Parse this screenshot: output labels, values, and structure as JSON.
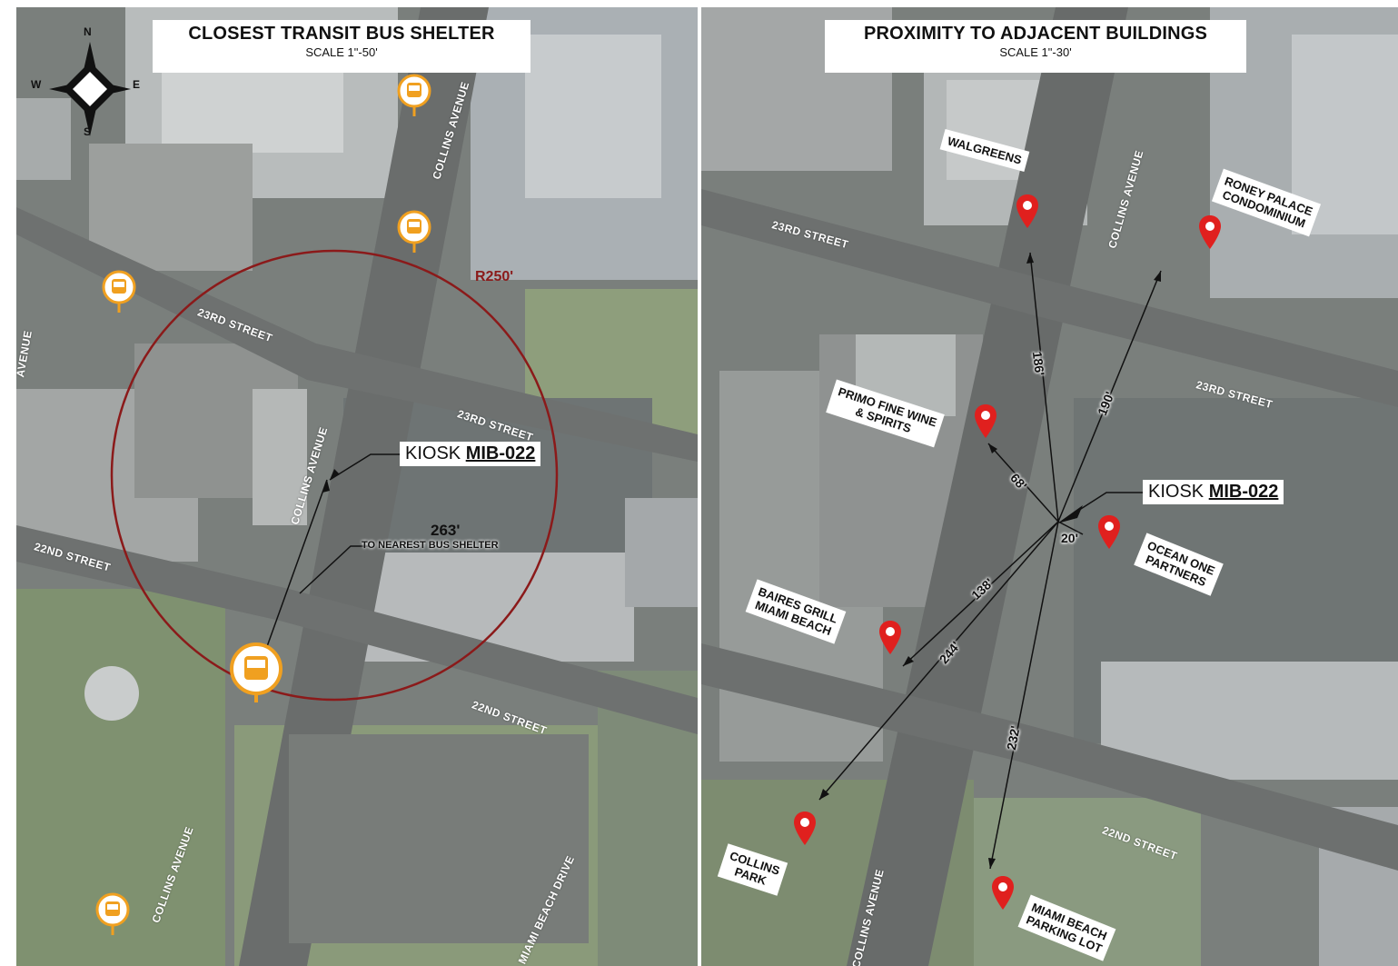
{
  "left_map": {
    "title": "CLOSEST TRANSIT BUS SHELTER",
    "scale": "SCALE 1\"-50'",
    "compass": {
      "n": "N",
      "s": "S",
      "e": "E",
      "w": "W"
    },
    "radius_label": "R250'",
    "kiosk_prefix": "KIOSK",
    "kiosk_id": "MIB-022",
    "distance_value": "263'",
    "distance_caption": "TO NEAREST BUS SHELTER",
    "streets": {
      "collins_top": "COLLINS AVENUE",
      "collins_mid": "COLLINS AVENUE",
      "collins_bottom": "COLLINS AVENUE",
      "collins_edge": "AVENUE",
      "s23_west": "23RD STREET",
      "s23_east": "23RD STREET",
      "s22_west": "22ND STREET",
      "s22_east": "22ND STREET",
      "miami_beach_drive": "MIAMI BEACH DRIVE"
    }
  },
  "right_map": {
    "title": "PROXIMITY TO ADJACENT BUILDINGS",
    "scale": "SCALE 1\"-30'",
    "kiosk_prefix": "KIOSK",
    "kiosk_id": "MIB-022",
    "buildings": {
      "walgreens": "WALGREENS",
      "roney": "RONEY PALACE\nCONDOMINIUM",
      "primo": "PRIMO FINE WINE\n& SPIRITS",
      "ocean_one": "OCEAN ONE\nPARTNERS",
      "baires": "BAIRES GRILL\nMIAMI BEACH",
      "collins_park": "COLLINS\nPARK",
      "parking_lot": "MIAMI BEACH\nPARKING LOT"
    },
    "distances": {
      "walgreens": "186'",
      "roney": "190'",
      "primo": "68'",
      "ocean_one": "20'",
      "baires": "138'",
      "collins_park": "244'",
      "parking_lot": "232'"
    },
    "streets": {
      "s23_west": "23RD STREET",
      "s23_east": "23RD STREET",
      "collins_top": "COLLINS AVENUE",
      "collins_bottom": "COLLINS AVENUE",
      "s22": "22ND STREET"
    }
  },
  "colors": {
    "radius_circle": "#8b1a1a",
    "bus_icon": "#f0a020",
    "pin": "#e0201e",
    "label_bg": "#ffffff"
  },
  "icons": [
    "compass-rose-icon",
    "bus-stop-icon",
    "map-pin-icon"
  ]
}
